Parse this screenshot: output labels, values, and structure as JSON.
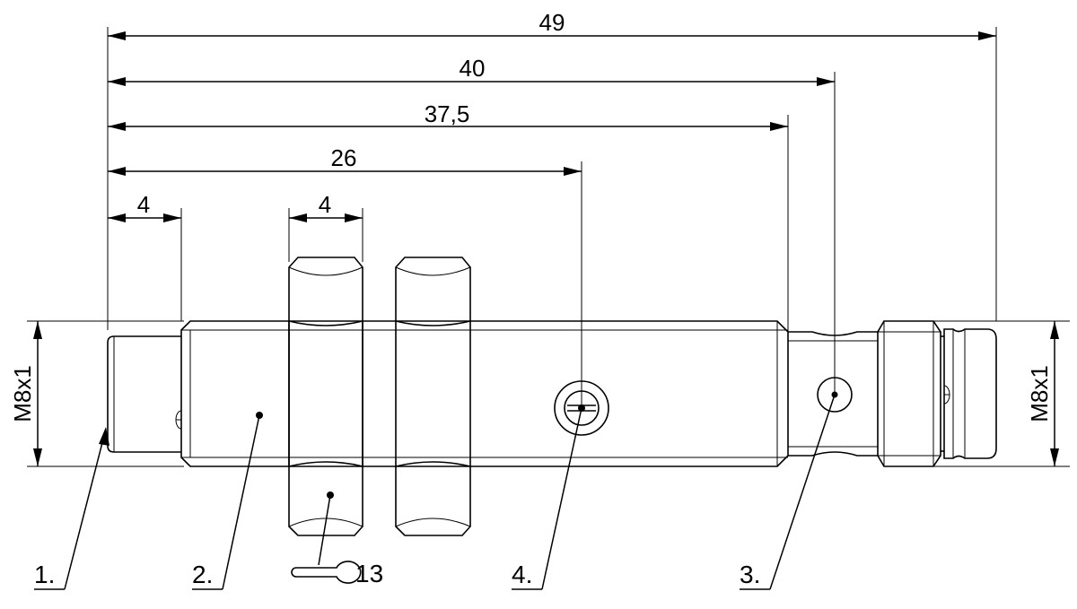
{
  "dimensions": {
    "d49": "49",
    "d40": "40",
    "d375": "37,5",
    "d26": "26",
    "d4_left": "4",
    "d4_nut": "4",
    "thread_left": "M8x1",
    "thread_right": "M8x1"
  },
  "callouts": {
    "c1": "1.",
    "c2": "2.",
    "c3": "3.",
    "c4": "4.",
    "wrench_size": "13"
  },
  "colors": {
    "line": "#000000",
    "background": "#ffffff"
  }
}
